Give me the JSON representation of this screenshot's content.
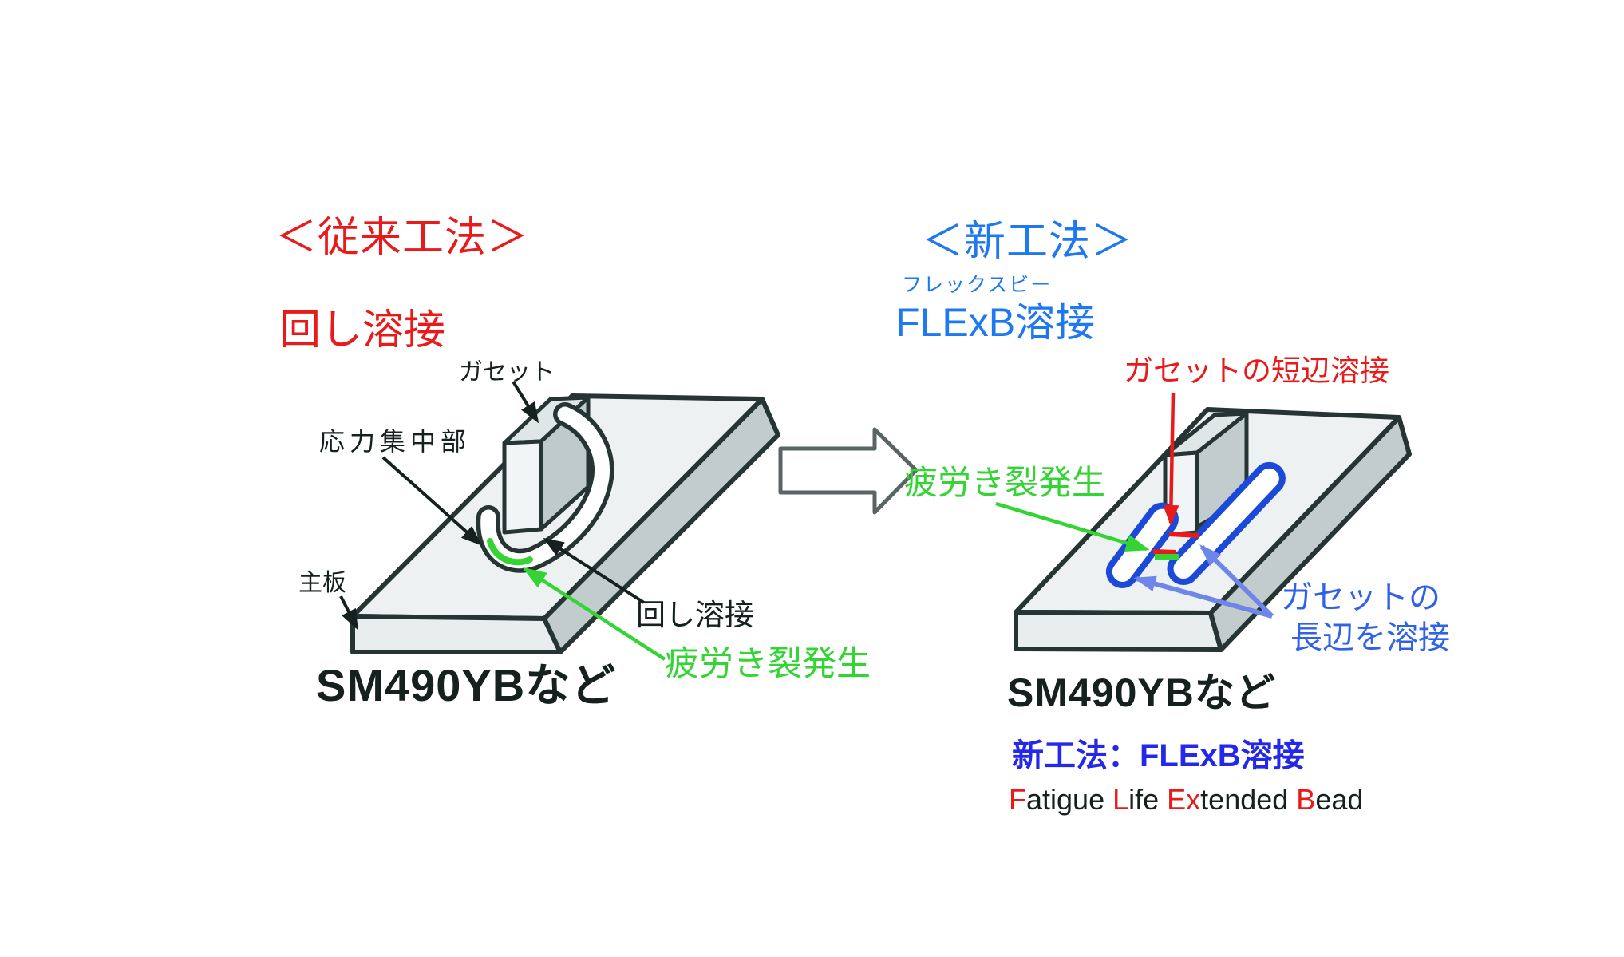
{
  "figure": {
    "left": {
      "title": "＜従来工法＞",
      "method": "回し溶接",
      "labels": {
        "gusset": "ガセット",
        "stress": "応力集中部",
        "main_plate": "主板",
        "wrap_weld": "回し溶接",
        "fatigue": "疲労き裂発生",
        "material": "SM490YBなど"
      }
    },
    "right": {
      "title": "＜新工法＞",
      "furigana": "フレックスビー",
      "method": "FLExB溶接",
      "labels": {
        "short_side_weld": "ガセットの短辺溶接",
        "fatigue": "疲労き裂発生",
        "long_side_line1": "ガセットの",
        "long_side_line2": "長辺を溶接",
        "material": "SM490YBなど",
        "method_caption": "新工法：FLExB溶接"
      },
      "acronym_segments": [
        {
          "text": "F",
          "color": "#e81a1a"
        },
        {
          "text": "atigue ",
          "color": "#15201f"
        },
        {
          "text": "L",
          "color": "#e81a1a"
        },
        {
          "text": "ife ",
          "color": "#15201f"
        },
        {
          "text": "Ex",
          "color": "#e81a1a"
        },
        {
          "text": "tended ",
          "color": "#15201f"
        },
        {
          "text": "B",
          "color": "#e81a1a"
        },
        {
          "text": "ead",
          "color": "#15201f"
        }
      ]
    },
    "colors": {
      "red": "#e81a1a",
      "azure_blue": "#1e78f0",
      "deep_blue": "#2428e8",
      "label_blue": "#2f62e8",
      "weld_blue": "#1b49d8",
      "arrow_blue": "#6e86ea",
      "green": "#35d435",
      "outline_dark": "#263434",
      "text_dark": "#15201f",
      "plate_top": "#eef1f1",
      "plate_side": "#c2cccc"
    }
  }
}
